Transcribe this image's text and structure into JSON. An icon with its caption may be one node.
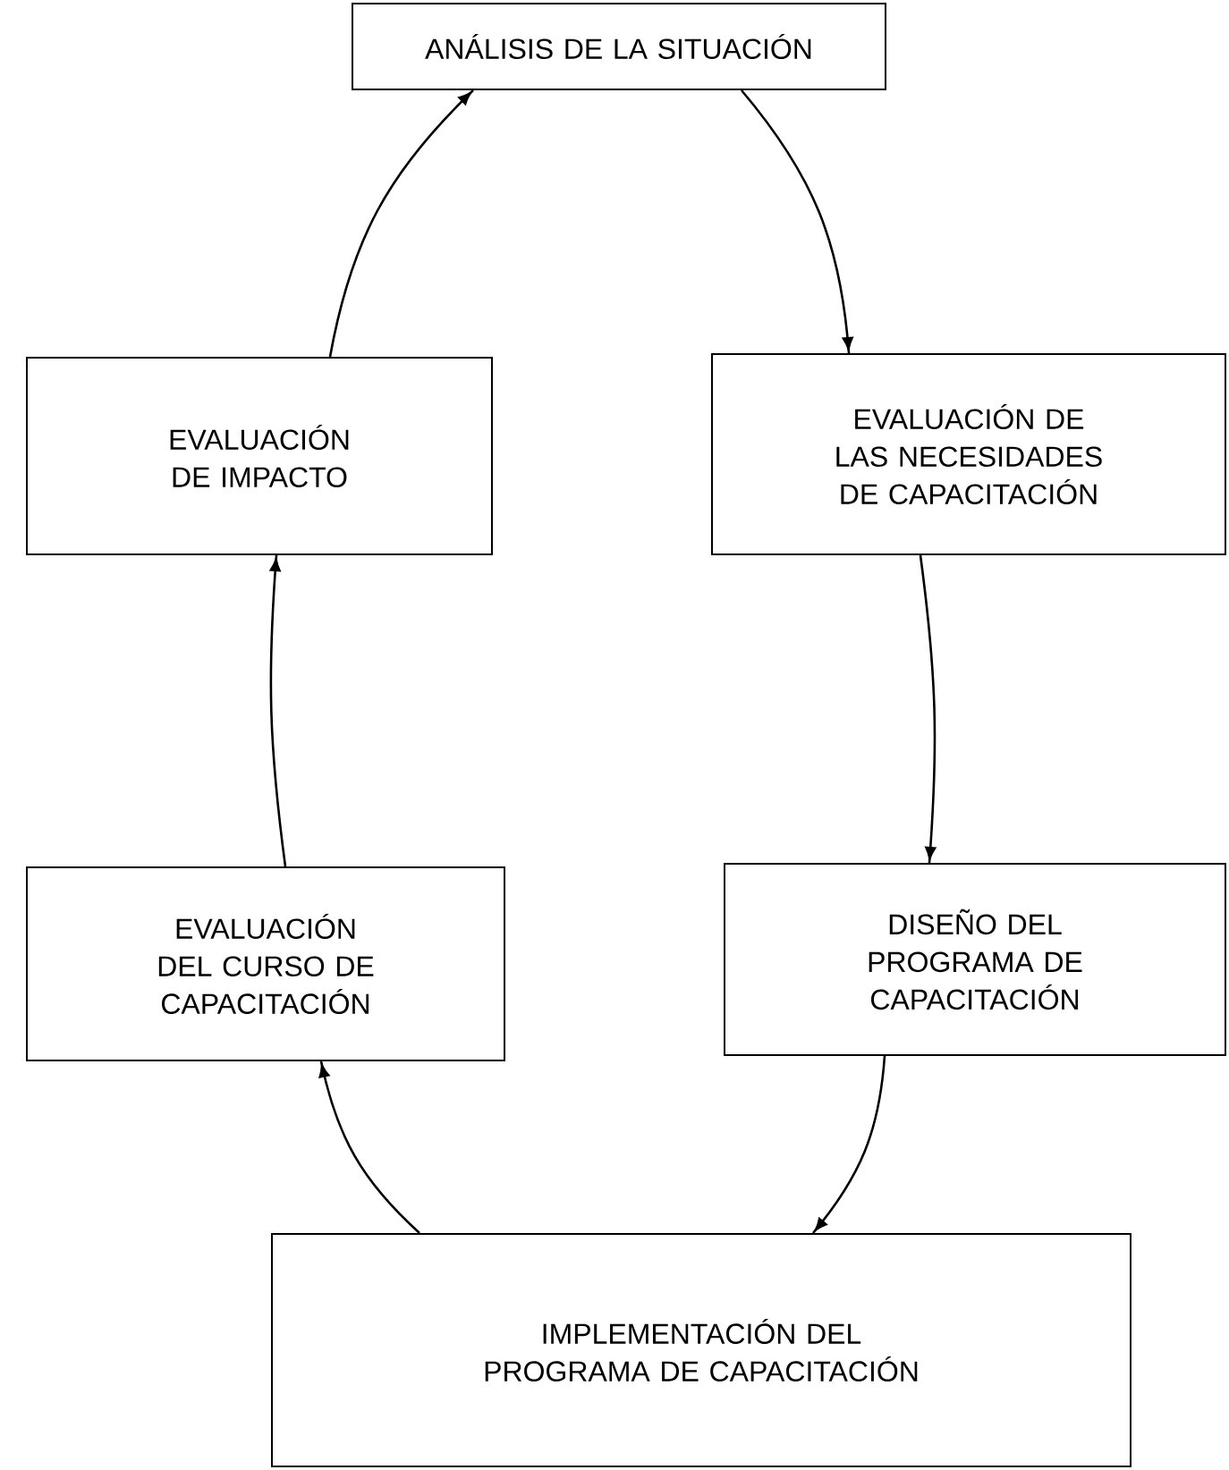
{
  "diagram": {
    "nodes": [
      {
        "text": [
          "ANÁLISIS DE LA SITUACIÓN"
        ]
      },
      {
        "text": [
          "EVALUACIÓN DE LAS NECESIDADES DE CAPACITACIÓN"
        ]
      },
      {
        "text": [
          "DISEÑO DEL PROGRAMA DE CAPACITACIÓN"
        ]
      },
      {
        "text": [
          "IMPLEMENTACIÓN DEL PROGRAMA DE CAPACITACIÓN"
        ]
      },
      {
        "text": [
          "EVALUACIÓN DEL CURSO DE CAPACITACIÓN"
        ]
      },
      {
        "text": [
          "EVALUACIÓN DE IMPACTO"
        ]
      }
    ],
    "edges": [
      {
        "from": 0,
        "to": 1,
        "arrow": "to"
      },
      {
        "from": 1,
        "to": 2,
        "arrow": "to"
      },
      {
        "from": 2,
        "to": 3,
        "arrow": "to"
      },
      {
        "from": 3,
        "to": 4,
        "arrow": "to"
      },
      {
        "from": 4,
        "to": 5,
        "arrow": "to"
      },
      {
        "from": 5,
        "to": 0,
        "arrow": "to"
      }
    ]
  }
}
